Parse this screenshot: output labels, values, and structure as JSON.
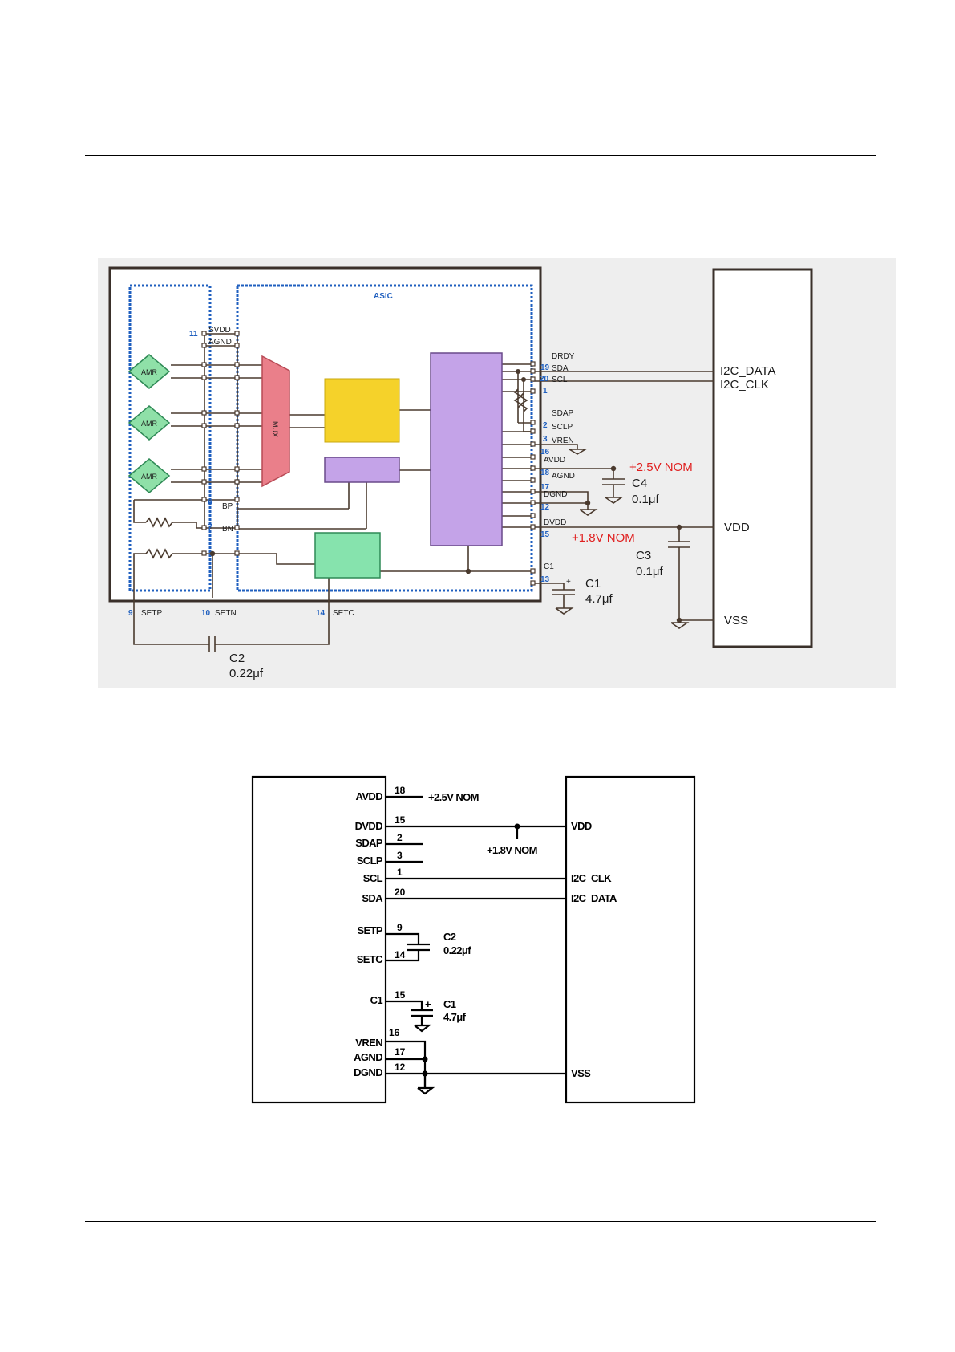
{
  "diagram1": {
    "asic_label": "ASIC",
    "mux_label": "MUX",
    "amr_labels": [
      "AMR",
      "AMR",
      "AMR"
    ],
    "left_pins": [
      {
        "num": "11",
        "name": "SVDD"
      },
      {
        "num": "",
        "name": "AGND"
      },
      {
        "num": "6",
        "name": "BP"
      },
      {
        "num": "7",
        "name": "BN"
      }
    ],
    "bottom_pins": [
      {
        "num": "9",
        "name": "SETP"
      },
      {
        "num": "10",
        "name": "SETN"
      },
      {
        "num": "14",
        "name": "SETC"
      }
    ],
    "right_pins": [
      {
        "num": "",
        "name": "DRDY"
      },
      {
        "num": "19",
        "name": "SDA"
      },
      {
        "num": "20",
        "name": "SCL"
      },
      {
        "num": "1",
        "name": ""
      },
      {
        "num": "",
        "name": "SDAP"
      },
      {
        "num": "2",
        "name": "SCLP"
      },
      {
        "num": "3",
        "name": "VREN"
      },
      {
        "num": "16",
        "name": "AVDD"
      },
      {
        "num": "18",
        "name": "AGND"
      },
      {
        "num": "17",
        "name": "DGND"
      },
      {
        "num": "12",
        "name": ""
      },
      {
        "num": "",
        "name": "DVDD"
      },
      {
        "num": "15",
        "name": ""
      },
      {
        "num": "",
        "name": "C1"
      },
      {
        "num": "13",
        "name": ""
      }
    ],
    "host_pins": [
      "I2C_DATA",
      "I2C_CLK",
      "VDD",
      "VSS"
    ],
    "rails": [
      "+2.5V NOM",
      "+1.8V NOM"
    ],
    "caps": {
      "c4_name": "C4",
      "c4_val": "0.1μf",
      "c3_name": "C3",
      "c3_val": "0.1μf",
      "c1_name": "C1",
      "c1_val": "4.7μf",
      "c2_name": "C2",
      "c2_val": "0.22μf",
      "plus": "+"
    }
  },
  "diagram2": {
    "left_pins": [
      "AVDD",
      "DVDD",
      "SDAP",
      "SCLP",
      "SCL",
      "SDA",
      "SETP",
      "SETC",
      "C1",
      "VREN",
      "AGND",
      "DGND"
    ],
    "pin_nums": [
      "18",
      "15",
      "2",
      "3",
      "1",
      "20",
      "9",
      "14",
      "15",
      "16",
      "17",
      "12"
    ],
    "rails": [
      "+2.5V NOM",
      "+1.8V NOM"
    ],
    "host_pins": [
      "VDD",
      "I2C_CLK",
      "I2C_DATA",
      "VSS"
    ],
    "caps": {
      "c2_name": "C2",
      "c2_val": "0.22μf",
      "c1_name": "C1",
      "c1_val": "4.7μf",
      "plus": "+"
    }
  }
}
